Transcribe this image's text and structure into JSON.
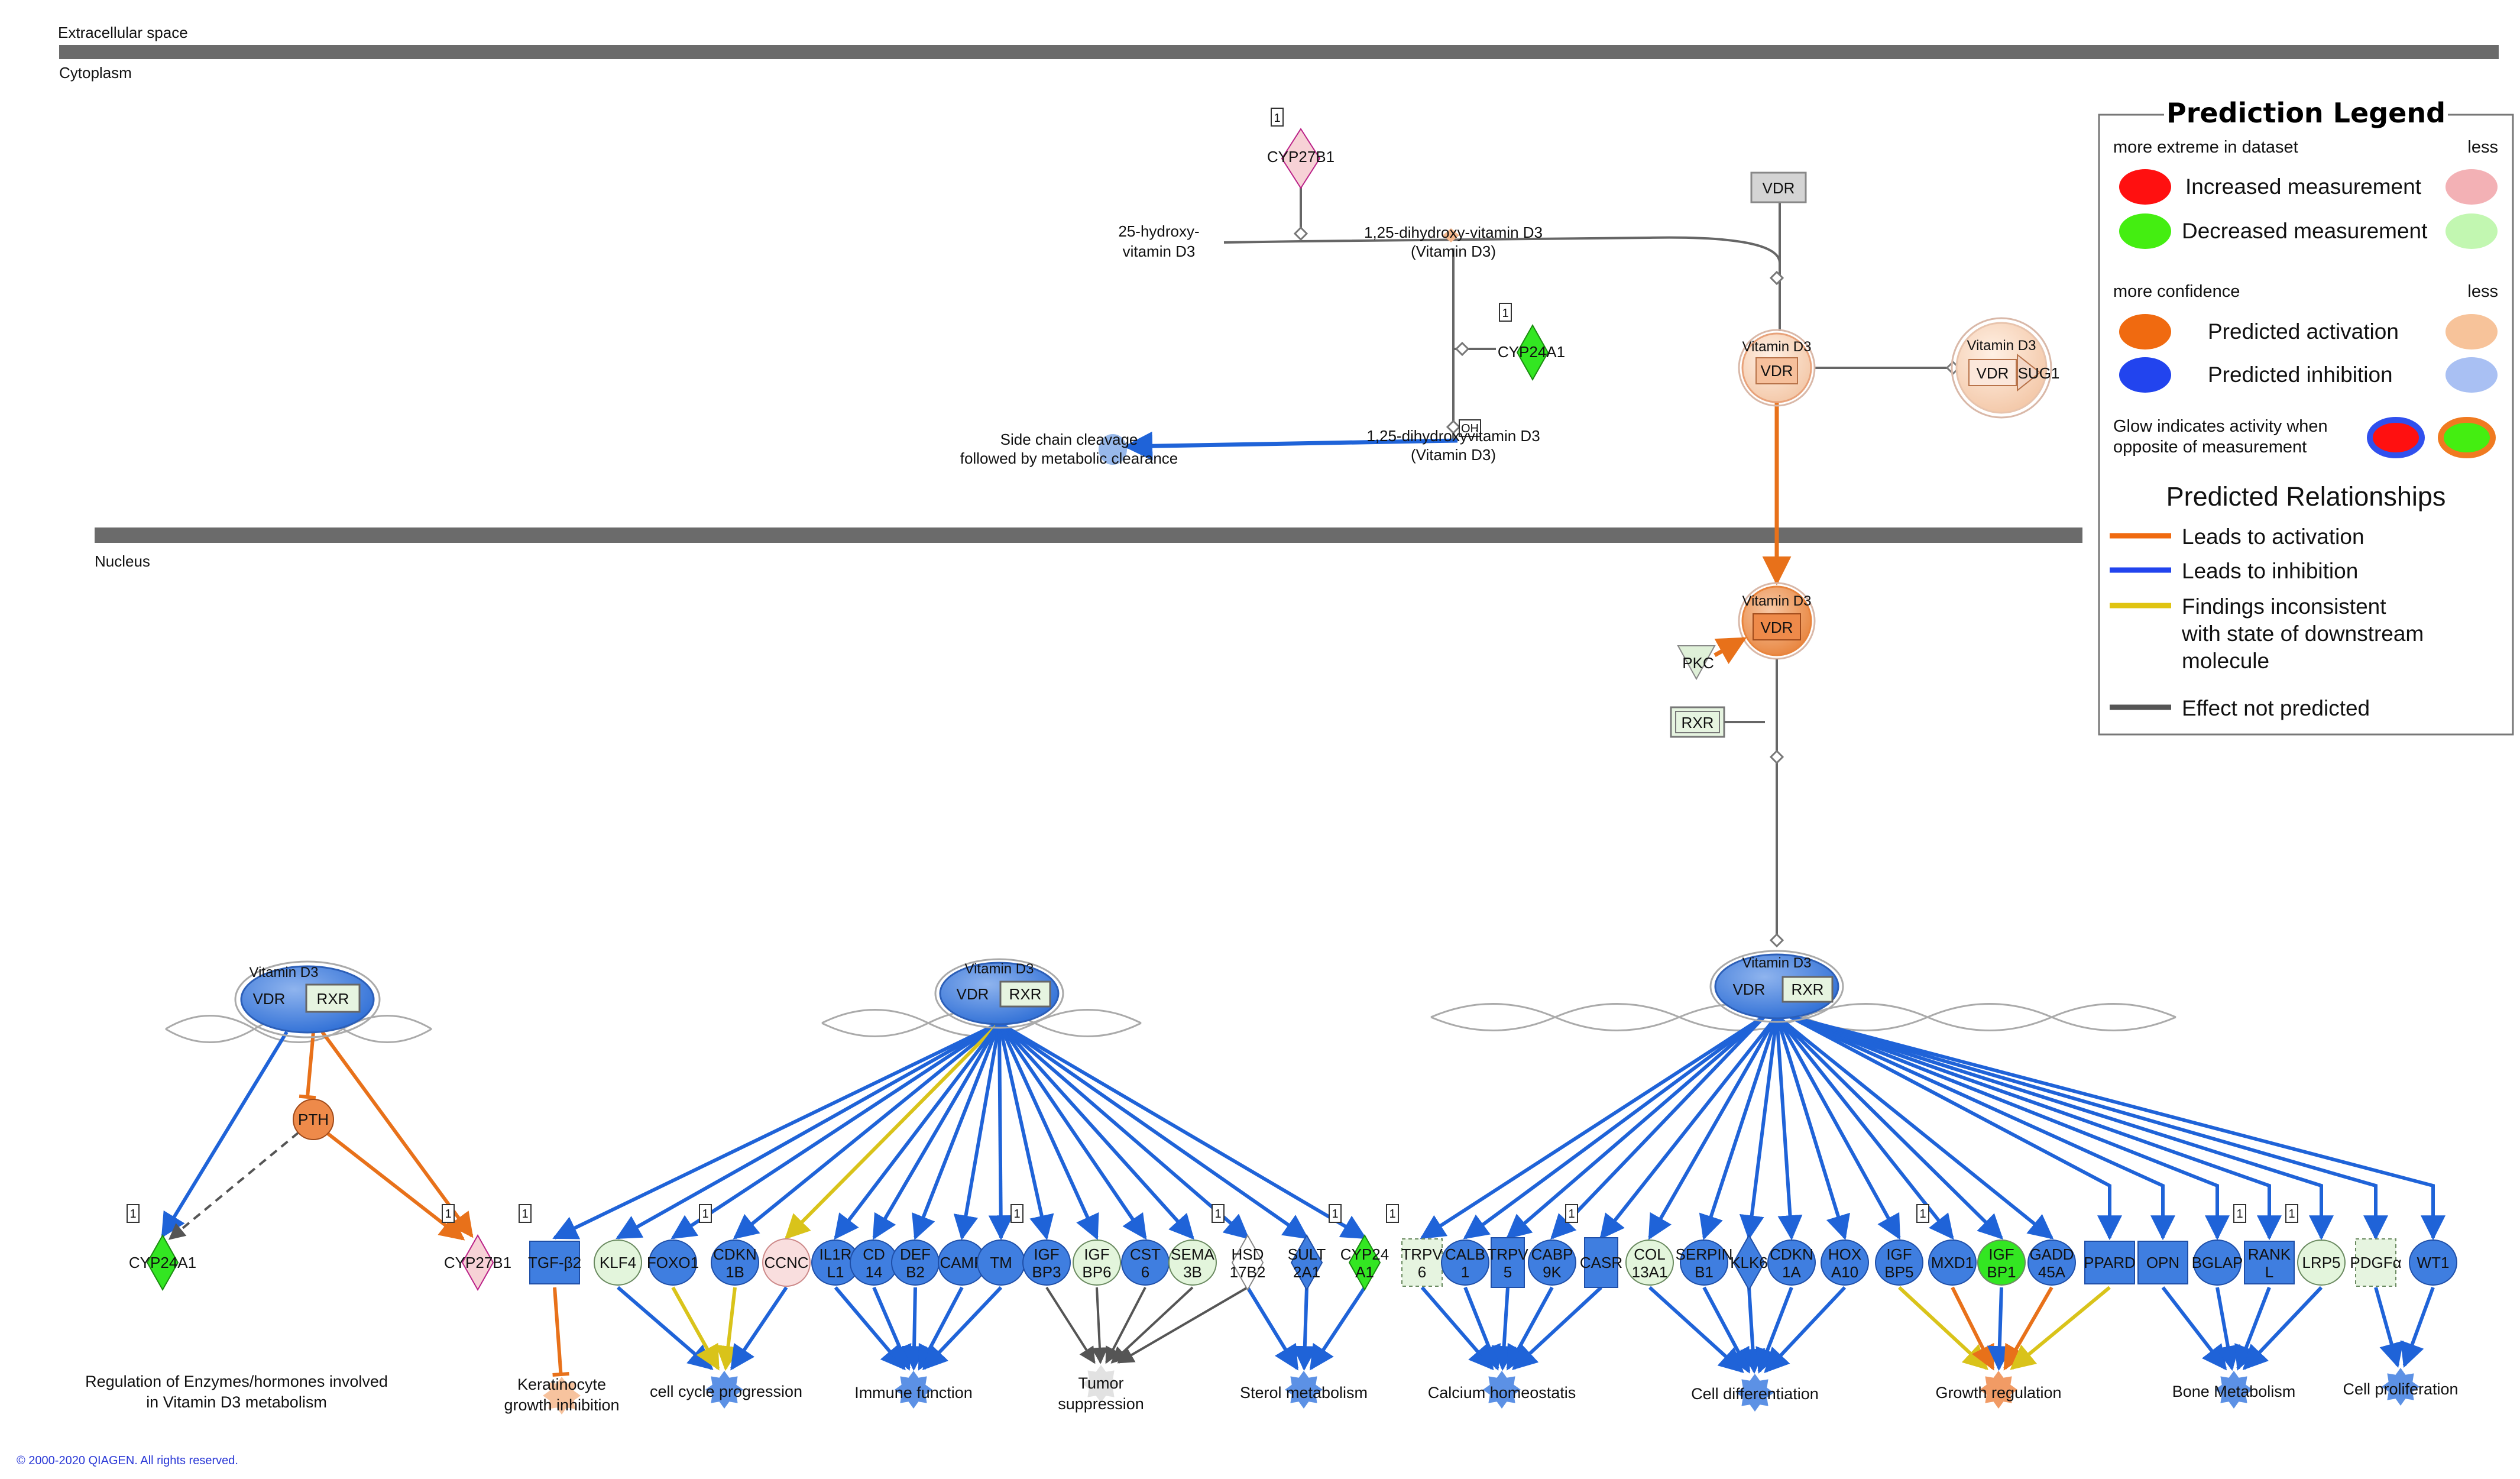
{
  "compartments": {
    "extracellular": "Extracellular space",
    "cytoplasm": "Cytoplasm",
    "nucleus": "Nucleus"
  },
  "copyright": "© 2000-2020 QIAGEN. All rights reserved.",
  "colors": {
    "activation": "#e8711a",
    "inhibition": "#1f63d8",
    "inconsistent": "#d9c31a",
    "not_predicted": "#555555",
    "increased": "#ff1010",
    "decreased": "#33ee11",
    "membrane": "#6b6b6b"
  },
  "cyto": {
    "cyp27b1": "CYP27B1",
    "hydroxy_a": "25-hydroxy-",
    "hydroxy_b": "vitamin D3",
    "dihydroxy_a": "1,25-dihydroxy-vitamin D3",
    "dihydroxy_b": "(Vitamin D3)",
    "cyp24a1": "CYP24A1",
    "dihydroxy2_a": "1,25-dihydroxyvitamin D3",
    "dihydroxy2_b": "(Vitamin D3)",
    "oh": "OH",
    "cleavage_a": "Side chain cleavage",
    "cleavage_b": "followed by metabolic clearance",
    "vdr": "VDR",
    "vitd3": "Vitamin D3",
    "sug1": "SUG1",
    "one": "1"
  },
  "nuc": {
    "pkc": "PKC",
    "rxr": "RXR",
    "vdr": "VDR",
    "vitd3": "Vitamin D3",
    "pth": "PTH",
    "regulation_a": "Regulation of Enzymes/hormones involved",
    "regulation_b": "in Vitamin D3 metabolism",
    "kerat_a": "Keratinocyte",
    "kerat_b": "growth inhibition",
    "cell_cycle": "cell cycle progression",
    "immune": "Immune function",
    "tumor_a": "Tumor",
    "tumor_b": "suppression",
    "sterol": "Sterol metabolism",
    "calcium": "Calcium homeostatis",
    "diff": "Cell differentiation",
    "growth": "Growth regulation",
    "bone": "Bone Metabolism",
    "prolif": "Cell proliferation"
  },
  "genes": {
    "cyp24a1_l": "CYP24A1",
    "cyp27b1_l": "CYP27B1",
    "tgfb2": "TGF-β2",
    "klf4": "KLF4",
    "foxo1": "FOXO1",
    "cdkn1b_a": "CDKN",
    "cdkn1b_b": "1B",
    "ccnc": "CCNC",
    "il1rl1_a": "IL1R",
    "il1rl1_b": "L1",
    "cd14_a": "CD",
    "cd14_b": "14",
    "defb2_a": "DEF",
    "defb2_b": "B2",
    "camp": "CAMP",
    "tm": "TM",
    "igfbp3_a": "IGF",
    "igfbp3_b": "BP3",
    "igfbp6_a": "IGF",
    "igfbp6_b": "BP6",
    "cst6_a": "CST",
    "cst6_b": "6",
    "sema3b_a": "SEMA",
    "sema3b_b": "3B",
    "hsd_a": "HSD",
    "hsd_b": "17B2",
    "sult_a": "SULT",
    "sult_b": "2A1",
    "cyp24_a": "CYP24",
    "cyp24_b": "A1",
    "trpv6_a": "TRPV",
    "trpv6_b": "6",
    "calb1_a": "CALB",
    "calb1_b": "1",
    "trpv5_a": "TRPV",
    "trpv5_b": "5",
    "cabp9k_a": "CABP",
    "cabp9k_b": "9K",
    "casr": "CASR",
    "col_a": "COL",
    "col_b": "13A1",
    "serpin_a": "SERPIN",
    "serpin_b": "B1",
    "klk6": "KLK6",
    "cdkn1a_a": "CDKN",
    "cdkn1a_b": "1A",
    "hoxa10_a": "HOX",
    "hoxa10_b": "A10",
    "igfbp5_a": "IGF",
    "igfbp5_b": "BP5",
    "mxd1": "MXD1",
    "igfbp1_a": "IGF",
    "igfbp1_b": "BP1",
    "gadd_a": "GADD",
    "gadd_b": "45A",
    "pparD": "PPARD",
    "opn": "OPN",
    "bglap": "BGLAP",
    "rankl_a": "RANK",
    "rankl_b": "L",
    "lrp5": "LRP5",
    "pdgfa": "PDGFα",
    "wt1": "WT1"
  },
  "legend": {
    "title": "Prediction Legend",
    "more_extreme": "more extreme in dataset",
    "less1": "less",
    "increased": "Increased measurement",
    "decreased": "Decreased measurement",
    "more_confidence": "more confidence",
    "less2": "less",
    "pred_act": "Predicted activation",
    "pred_inh": "Predicted inhibition",
    "glow_a": "Glow indicates activity when",
    "glow_b": "opposite of measurement",
    "relationships": "Predicted Relationships",
    "leads_act": "Leads to activation",
    "leads_inh": "Leads to inhibition",
    "inc_a": "Findings inconsistent",
    "inc_b": "with state of downstream",
    "inc_c": "molecule",
    "not_pred": "Effect not predicted"
  }
}
